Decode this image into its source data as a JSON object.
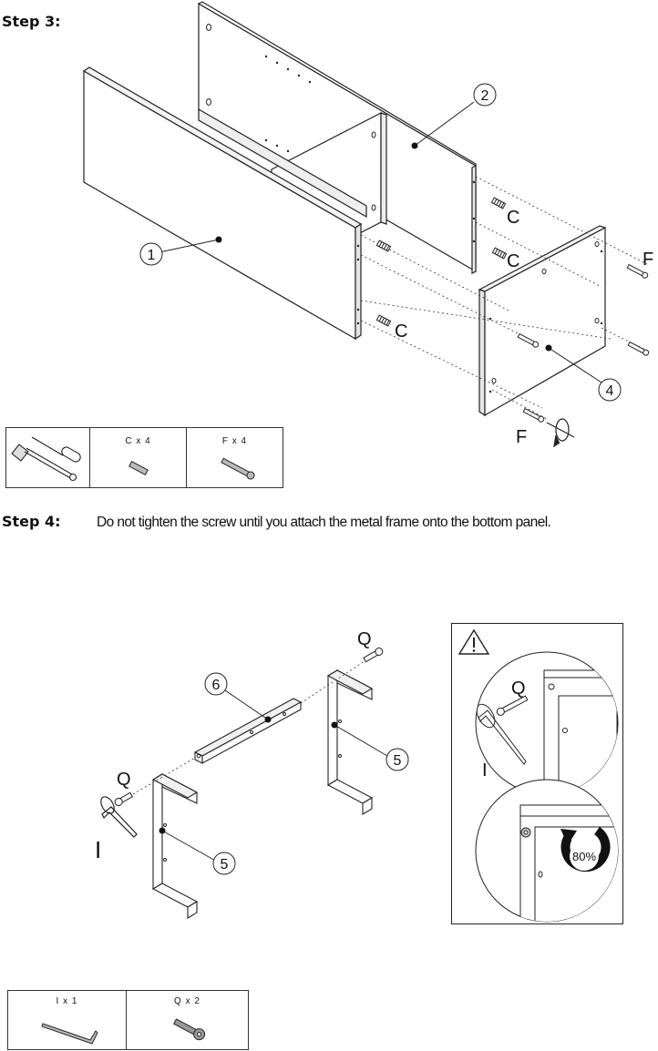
{
  "step3": {
    "title": "Step 3:",
    "callouts": {
      "p1": "1",
      "p2": "2",
      "p4": "4"
    },
    "letters": {
      "c1": "C",
      "c2": "C",
      "c3": "C",
      "f1": "F",
      "f2": "F"
    },
    "hardware": [
      {
        "icon": "tools-icon",
        "label": ""
      },
      {
        "icon": "dowel-icon",
        "label": "C x 4"
      },
      {
        "icon": "screw-icon",
        "label": "F x 4"
      }
    ]
  },
  "step4": {
    "title": "Step 4:",
    "note": "Do not tighten the screw until you attach the metal frame onto the bottom panel.",
    "callouts": {
      "p6": "6",
      "p5a": "5",
      "p5b": "5"
    },
    "letters": {
      "q1": "Q",
      "q2": "Q",
      "i1": "I",
      "q3": "Q",
      "i2": "I"
    },
    "inset": {
      "warning_icon": "warning-triangle-icon",
      "percent": "80%"
    },
    "hardware": [
      {
        "icon": "allen-key-icon",
        "label": "I x 1"
      },
      {
        "icon": "bolt-icon",
        "label": "Q x 2"
      }
    ]
  }
}
